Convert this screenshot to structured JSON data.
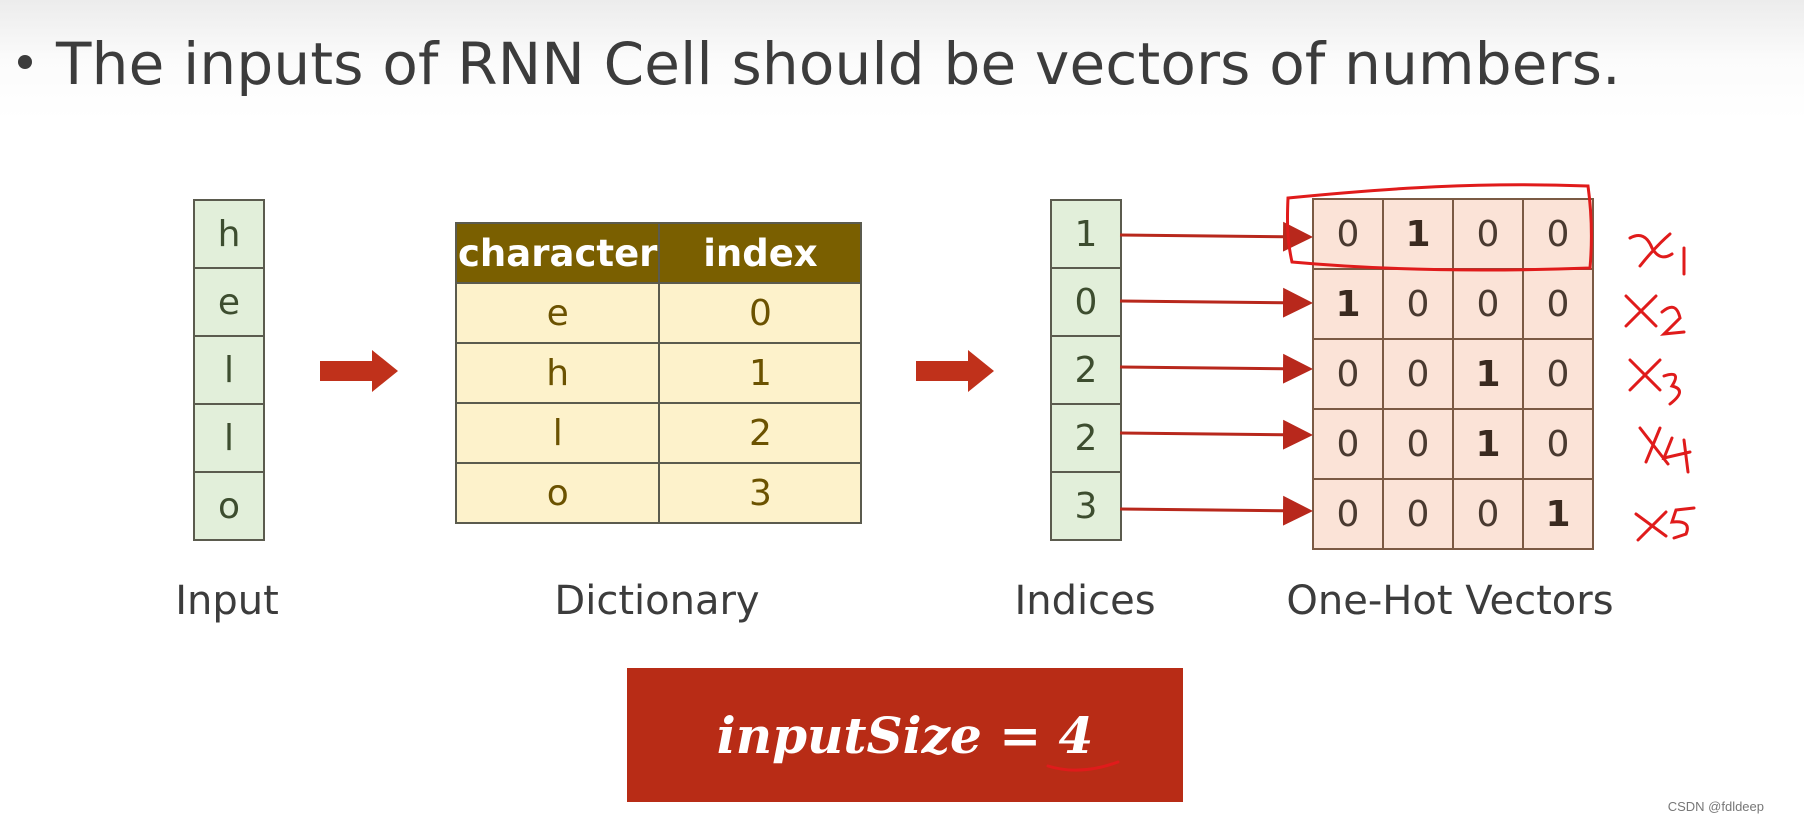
{
  "title": "The inputs of RNN Cell should be vectors of numbers.",
  "input_column": {
    "caption": "Input",
    "chars": [
      "h",
      "e",
      "l",
      "l",
      "o"
    ]
  },
  "dictionary": {
    "caption": "Dictionary",
    "headers": [
      "character",
      "index"
    ],
    "rows": [
      [
        "e",
        "0"
      ],
      [
        "h",
        "1"
      ],
      [
        "l",
        "2"
      ],
      [
        "o",
        "3"
      ]
    ]
  },
  "indices_column": {
    "caption": "Indices",
    "values": [
      "1",
      "0",
      "2",
      "2",
      "3"
    ]
  },
  "one_hot": {
    "caption": "One-Hot Vectors",
    "rows": [
      [
        "0",
        "1",
        "0",
        "0"
      ],
      [
        "1",
        "0",
        "0",
        "0"
      ],
      [
        "0",
        "0",
        "1",
        "0"
      ],
      [
        "0",
        "0",
        "1",
        "0"
      ],
      [
        "0",
        "0",
        "0",
        "1"
      ]
    ]
  },
  "handwritten_labels": [
    "x1",
    "x2",
    "x3",
    "x4",
    "x5"
  ],
  "formula": "inputSize = 4",
  "watermark": "CSDN @fdldeep",
  "colors": {
    "accent_red": "#b82c16",
    "arrow_red": "#c0392b",
    "pen_red": "#e01b1b",
    "input_green": "#e2efda",
    "dict_header": "#7a5f00",
    "dict_cell": "#fdf2cb",
    "onehot_cell": "#fbe3d7"
  }
}
